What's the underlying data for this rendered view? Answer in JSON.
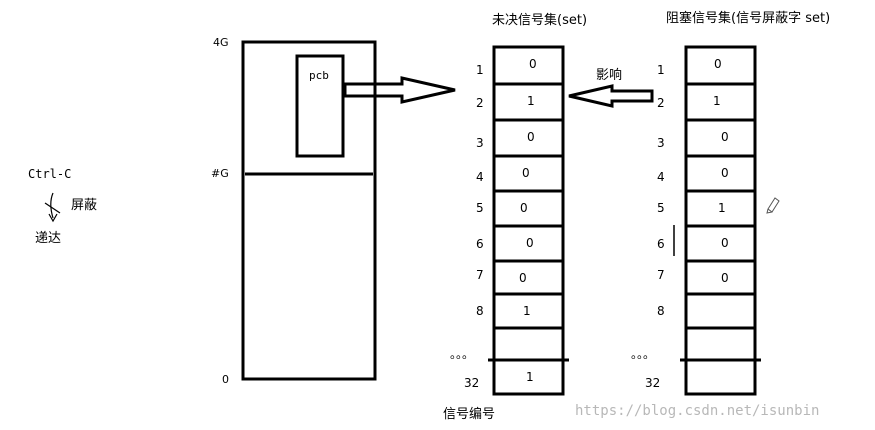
{
  "signal": {
    "source": "Ctrl-C",
    "blocked_label": "屏蔽",
    "delivered_label": "递达"
  },
  "memory": {
    "top": "4G",
    "kernel_boundary": "#G",
    "bottom": "0",
    "pcb": "pcb"
  },
  "pending_set": {
    "title": "未决信号集(set)",
    "values": [
      "0",
      "1",
      "0",
      "0",
      "0",
      "0",
      "0",
      "1",
      "",
      "1"
    ]
  },
  "mask_set": {
    "title": "阻塞信号集(信号屏蔽字  set)",
    "values": [
      "0",
      "1",
      "0",
      "0",
      "1",
      "0",
      "0",
      "",
      "",
      ""
    ]
  },
  "influence_label": "影响",
  "signal_numbers": [
    "1",
    "2",
    "3",
    "4",
    "5",
    "6",
    "7",
    "8",
    "。。。",
    "32"
  ],
  "axis_caption": "信号编号",
  "watermark": "https://blog.csdn.net/isunbin",
  "colors": {
    "stroke": "#000000",
    "watermark": "#b8b8b8"
  }
}
